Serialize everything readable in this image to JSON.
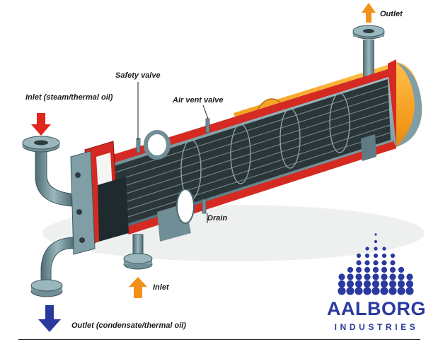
{
  "labels": {
    "outlet_top": "Outlet",
    "safety_valve": "Safety valve",
    "inlet_steam": "Inlet (steam/thermal oil)",
    "air_vent_valve": "Air vent valve",
    "drain": "Drain",
    "inlet_bottom": "Inlet",
    "outlet_condensate": "Outlet (condensate/thermal oil)"
  },
  "logo": {
    "name": "AALBORG",
    "sub": "INDUSTRIES"
  },
  "colors": {
    "shell": "#7f9ea6",
    "flange_red": "#d42a22",
    "insulation_orange": "#f39a1c",
    "arrow_red": "#e2261c",
    "arrow_orange": "#f2921a",
    "arrow_blue": "#2a3a9c",
    "logo_blue": "#2a3aa0"
  }
}
